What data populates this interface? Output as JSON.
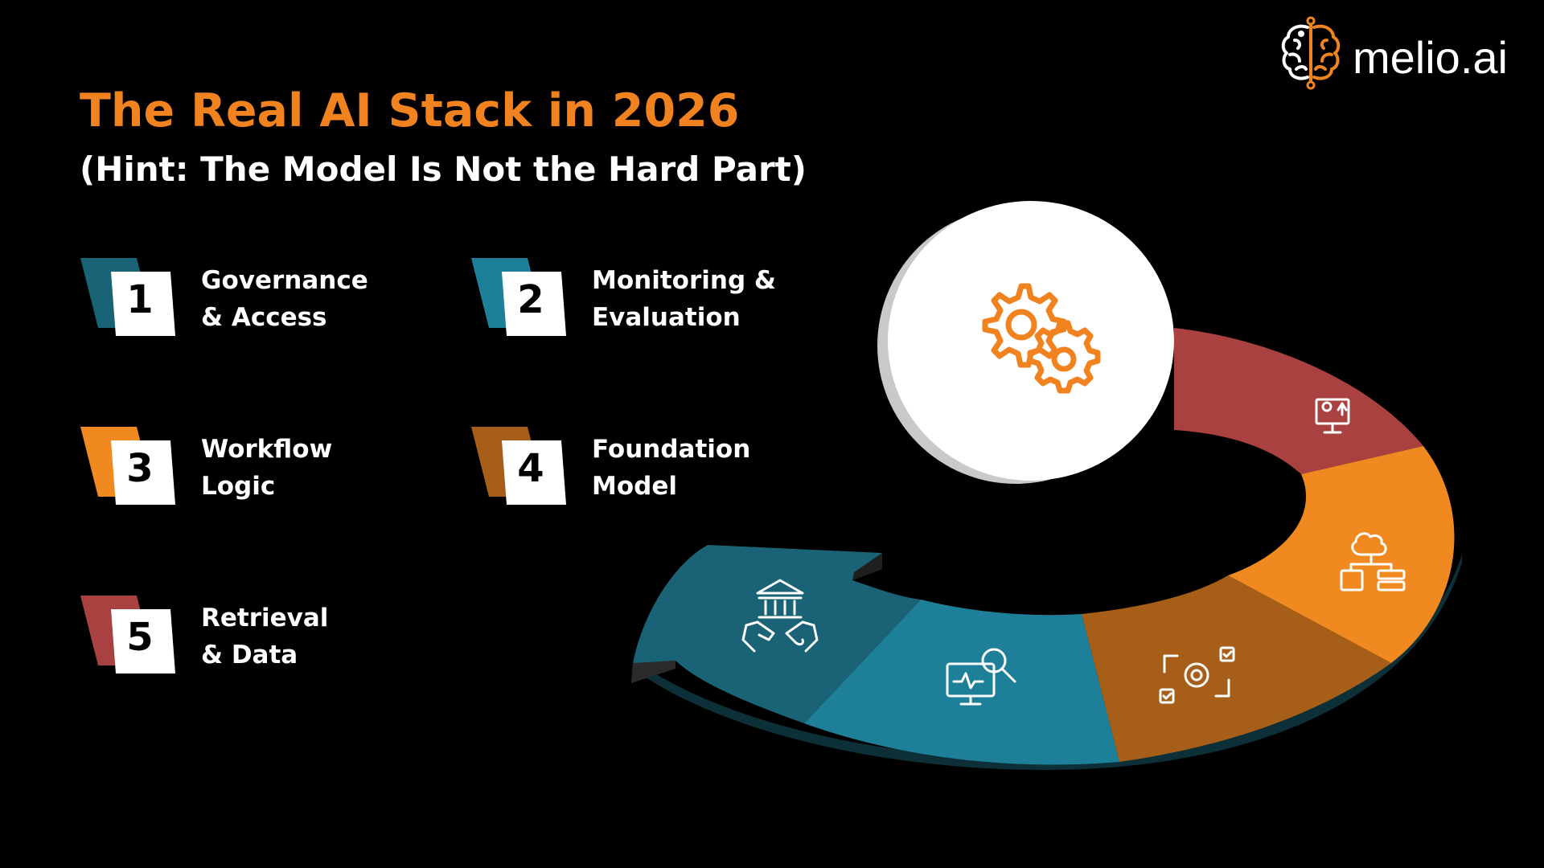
{
  "brand": {
    "name": "melio.ai",
    "logo_icon": "brain-circuit-icon",
    "accent_color": "#f0831f"
  },
  "header": {
    "title": "The Real AI Stack in 2026",
    "subtitle": "(Hint: The Model Is Not the Hard Part)"
  },
  "legend": [
    {
      "number": "1",
      "label": "Governance\n& Access",
      "color": "#1a6275",
      "icon": "bank-handshake-icon"
    },
    {
      "number": "2",
      "label": "Monitoring &\nEvaluation",
      "color": "#1d7f98",
      "icon": "monitor-magnifier-icon"
    },
    {
      "number": "3",
      "label": "Workflow\nLogic",
      "color": "#f0891f",
      "icon": "gear-workflow-icon"
    },
    {
      "number": "4",
      "label": "Foundation\nModel",
      "color": "#a65e18",
      "icon": "cloud-server-icon"
    },
    {
      "number": "5",
      "label": "Retrieval\n& Data",
      "color": "#a8413f",
      "icon": "monitor-gear-icon"
    }
  ],
  "center": {
    "icon": "gears-icon",
    "color": "#f0831f"
  }
}
